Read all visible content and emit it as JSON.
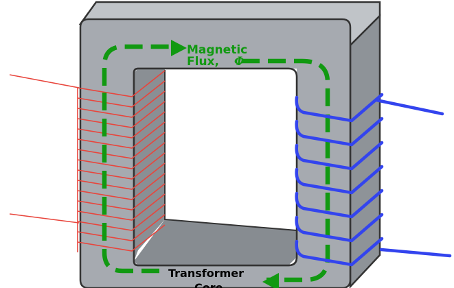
{
  "labels": {
    "flux_line1": "Magnetic",
    "flux_line2": "Flux,",
    "flux_symbol": "Φ",
    "core_line1": "Transformer",
    "core_line2": "Core"
  },
  "colors": {
    "core_front": "#a6aab0",
    "core_top": "#c0c4c8",
    "core_side": "#8e9398",
    "core_window_side": "#7f8489",
    "core_outline": "#333333",
    "primary_winding": "#e8453c",
    "secondary_winding": "#3344ee",
    "flux_path": "#119911"
  }
}
